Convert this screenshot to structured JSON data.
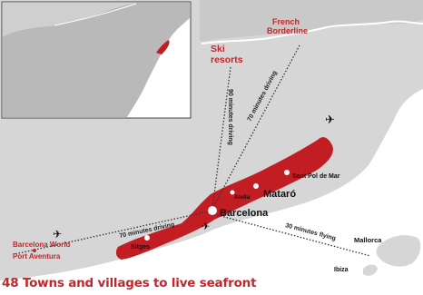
{
  "colors": {
    "sea": "#ffffff",
    "land": "#d6d6d6",
    "zone": "#c31d24",
    "accent": "#c0282d",
    "inset_land": "#b9b9b9"
  },
  "labels": {
    "french_border": [
      "French",
      "Borderline"
    ],
    "ski_resorts": [
      "Ski",
      "resorts"
    ],
    "sant_pol": "Sant Pol de Mar",
    "mataro": "Mataró",
    "alella": "Alella",
    "barcelona": "Barcelona",
    "sitges": "Sitges",
    "barcelona_world": "Barcelona World",
    "port_aventura": "Port Aventura",
    "mallorca": "Mallorca",
    "ibiza": "Ibiza"
  },
  "travel": {
    "ski": "90 minutes driving",
    "border": "70 minutes driving",
    "south": "70 minutes driving",
    "islands": "30 minutes flying"
  },
  "icons": [
    "airplane-icon",
    "airplane-icon",
    "airplane-icon"
  ],
  "footer": "48 Towns and villages to live seafront"
}
